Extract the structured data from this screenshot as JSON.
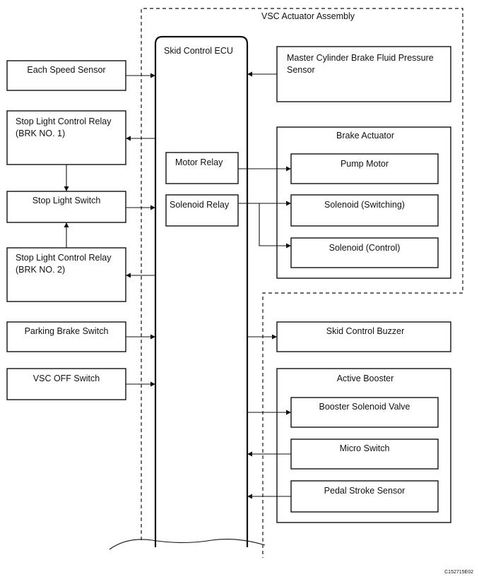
{
  "assembly": {
    "title": "VSC Actuator Assembly"
  },
  "ecu": {
    "title": "Skid Control ECU",
    "motor_relay": "Motor Relay",
    "solenoid_relay": "Solenoid Relay"
  },
  "left": {
    "speed_sensor": "Each Speed Sensor",
    "relay1": [
      "Stop Light Control Relay",
      "(BRK NO. 1)"
    ],
    "stop_light_switch": "Stop Light Switch",
    "relay2": [
      "Stop Light Control Relay",
      "(BRK NO. 2)"
    ],
    "parking_brake": "Parking Brake Switch",
    "vsc_off": "VSC OFF Switch"
  },
  "right": {
    "master_cylinder": [
      "Master Cylinder Brake Fluid Pressure",
      "Sensor"
    ],
    "brake_actuator": {
      "title": "Brake Actuator",
      "pump_motor": "Pump Motor",
      "solenoid_switching": "Solenoid (Switching)",
      "solenoid_control": "Solenoid (Control)"
    },
    "buzzer": "Skid Control Buzzer",
    "active_booster": {
      "title": "Active Booster",
      "booster_valve": "Booster Solenoid Valve",
      "micro_switch": "Micro Switch",
      "pedal_stroke": "Pedal Stroke Sensor"
    }
  },
  "figure_code": "C152715E02"
}
